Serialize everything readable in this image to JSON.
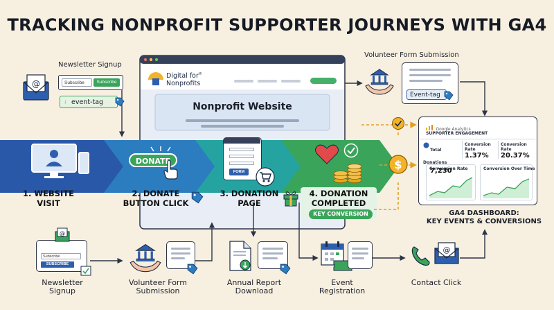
{
  "title": "TRACKING NONPROFIT SUPPORTER JOURNEYS WITH GA4",
  "newsletter_top": {
    "label": "Newsletter Signup",
    "subscribe_placeholder": "Subscribe",
    "subscribe_button": "Subscribe",
    "event_tag": "event-tag"
  },
  "website": {
    "logo_line1": "Digital for",
    "logo_superscript": "®",
    "logo_line2": "Nonprofits",
    "heading": "Nonprofit Website"
  },
  "volunteer_top": {
    "label": "Volunteer Form Submission",
    "event_tag": "Event-tag"
  },
  "stages": [
    {
      "label_line1": "1. WEBSITE",
      "label_line2": "VISIT"
    },
    {
      "label_line1": "2. DONATE",
      "label_line2": "BUTTON CLICK",
      "button": "DONATE"
    },
    {
      "label_line1": "3. DONATION",
      "label_line2": "PAGE",
      "form_button": "FORM"
    },
    {
      "label_line1": "4. DONATION",
      "label_line2": "COMPLETED",
      "badge": "KEY CONVERSION"
    }
  ],
  "ga": {
    "brand": "Google Analytics",
    "section": "SUPPORTER ENGAGEMENT",
    "metrics": [
      {
        "label": "Total Donations",
        "value": "7,230"
      },
      {
        "label": "Conversion Rate",
        "value": "1.37%"
      },
      {
        "label": "Conversion Rate",
        "value": "20.37%"
      }
    ],
    "chart1_title": "Conversion Rate",
    "chart2_title": "Conversion Over Time",
    "caption_line1": "GA4 DASHBOARD:",
    "caption_line2": "KEY EVENTS & CONVERSIONS"
  },
  "bottom": {
    "newsletter": {
      "line1": "Newsletter",
      "line2": "Signup",
      "placeholder": "Subscribe",
      "button": "SUBSCRIBE"
    },
    "volunteer": {
      "line1": "Volunteer Form",
      "line2": "Submission"
    },
    "annual": {
      "line1": "Annual Report",
      "line2": "Download"
    },
    "event": {
      "line1": "Event",
      "line2": "Registration"
    },
    "contact": {
      "line1": "Contact Click"
    }
  },
  "colors": {
    "blue": "#2e5fae",
    "teal": "#23a3a3",
    "green": "#3aa55a",
    "dark": "#2d3446",
    "gold": "#e8a81f",
    "bg": "#f7f0e1"
  }
}
